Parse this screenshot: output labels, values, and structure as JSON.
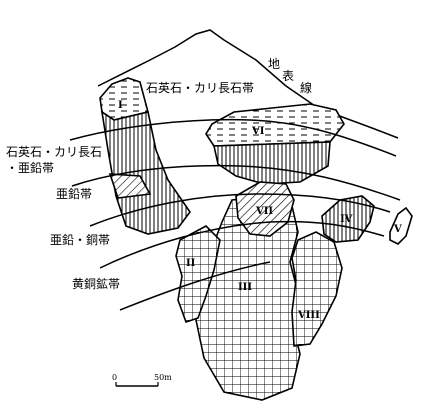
{
  "surface": {
    "characters": [
      "地",
      "表",
      "線"
    ]
  },
  "zones": {
    "quartz_kfeldspar": "石英石・カリ長石帯",
    "quartz_kfeldspar_zinc_line1": "石英石・カリ長石",
    "quartz_kfeldspar_zinc_line2": "・亜鉛帯",
    "zinc": "亜鉛帯",
    "zinc_copper": "亜鉛・銅帯",
    "chalcopyrite": "黄銅鉱帯"
  },
  "ore_bodies": {
    "I": "I",
    "II": "II",
    "III": "III",
    "IV": "IV",
    "V": "V",
    "VI": "VI",
    "VII": "VII",
    "VIII": "VIII"
  },
  "scale_bar": {
    "zero": "0",
    "length": "50m"
  }
}
